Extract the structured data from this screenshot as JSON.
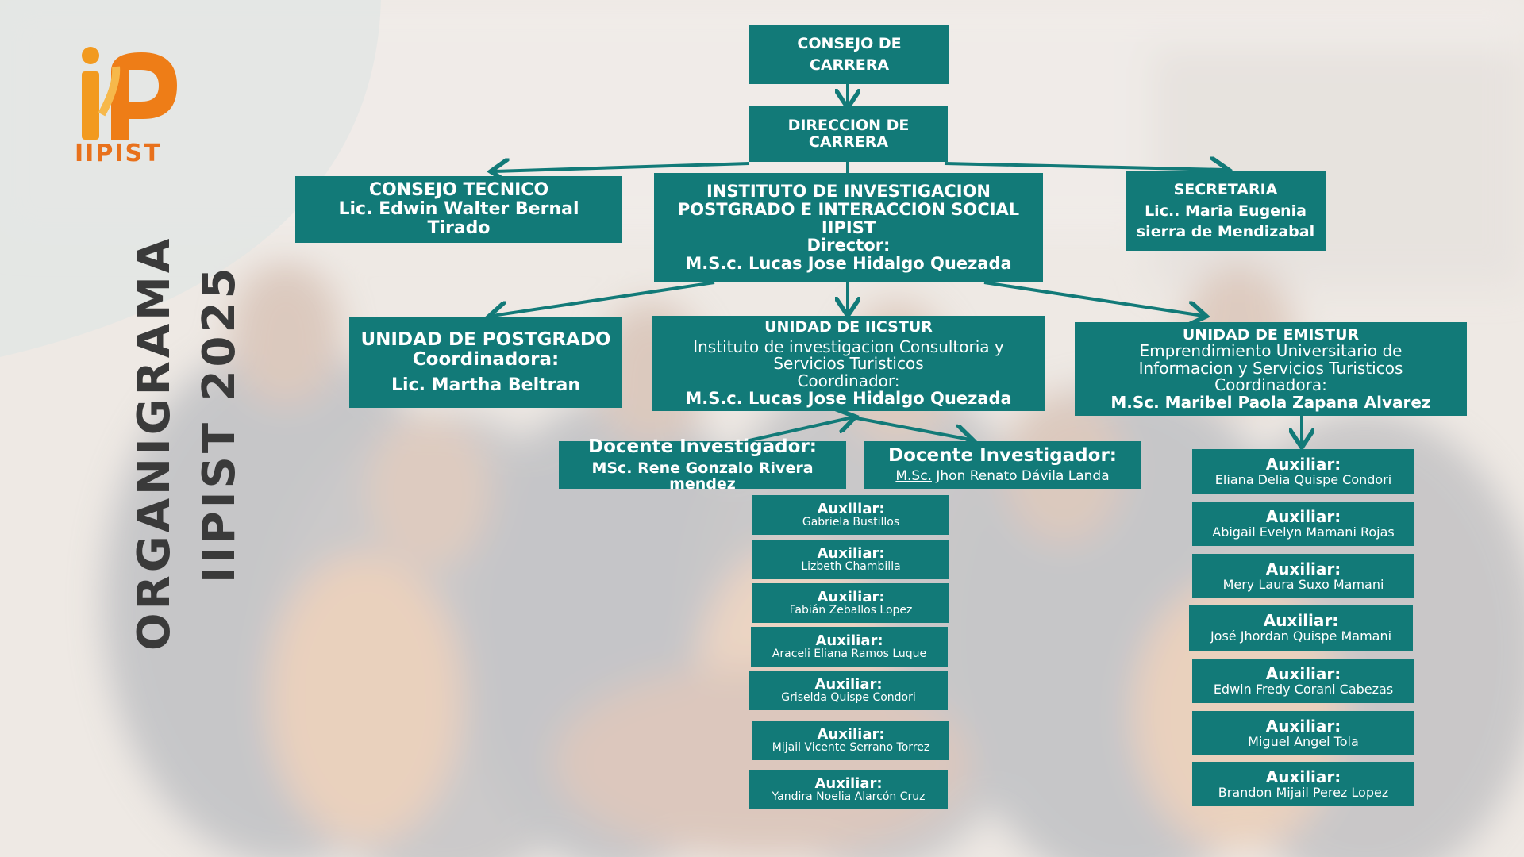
{
  "title": {
    "line1": "ORGANIGRAMA",
    "line2": "IIPIST 2025"
  },
  "logo": {
    "text": "IIPIST",
    "color": "#e8711c"
  },
  "colors": {
    "box": "#127a78",
    "text": "#ffffff",
    "title": "#3a3a3a"
  },
  "consejo_carrera": {
    "line1": "CONSEJO DE",
    "line2": "CARRERA"
  },
  "direccion_carrera": {
    "line1": "DIRECCION DE",
    "line2": "CARRERA"
  },
  "consejo_tecnico": {
    "line1": "CONSEJO TECNICO",
    "line2": "Lic. Edwin Walter Bernal",
    "line3": "Tirado"
  },
  "instituto": {
    "line1": "INSTITUTO DE INVESTIGACION",
    "line2": "POSTGRADO E INTERACCION SOCIAL",
    "line3": "IIPIST",
    "line4": "Director:",
    "line5": "M.S.c. Lucas Jose Hidalgo Quezada"
  },
  "secretaria": {
    "line1": "SECRETARIA",
    "line2": "Lic.. Maria Eugenia",
    "line3": "sierra  de Mendizabal"
  },
  "postgrado": {
    "line1": "UNIDAD DE POSTGRADO",
    "line2": "Coordinadora:",
    "line3": "Lic. Martha Beltran"
  },
  "iicstur": {
    "line1": "UNIDAD DE IICSTUR",
    "line2": "Instituto de investigacion Consultoria  y",
    "line3": "Servicios Turisticos",
    "line4": "Coordinador:",
    "line5": "M.S.c. Lucas Jose Hidalgo Quezada"
  },
  "emistur": {
    "line1": "UNIDAD DE EMISTUR",
    "line2": "Emprendimiento Universitario de",
    "line3": "Informacion y Servicios Turisticos",
    "line4": "Coordinadora:",
    "line5": "M.Sc. Maribel Paola Zapana Alvarez"
  },
  "docente1": {
    "line1": "Docente Investigador:",
    "line2": "MSc. Rene  Gonzalo Rivera  mendez"
  },
  "docente2": {
    "line1": "Docente Investigador:",
    "line2_prefix": "M.Sc.",
    "line2_name": " Jhon Renato Dávila Landa"
  },
  "aux_label": "Auxiliar:",
  "aux_center": [
    "Gabriela  Bustillos",
    "Lizbeth Chambilla",
    "Fabián Zeballos Lopez",
    "Araceli Eliana Ramos Luque",
    "Griselda Quispe Condori",
    "Mijail Vicente Serrano Torrez",
    "Yandira Noelia Alarcón Cruz"
  ],
  "aux_right": [
    "Eliana Delia Quispe Condori",
    "Abigail Evelyn Mamani Rojas",
    "Mery Laura Suxo Mamani",
    "José Jhordan Quispe Mamani",
    "Edwin Fredy Corani Cabezas",
    "Miguel Angel Tola",
    "Brandon Mijail Perez Lopez"
  ]
}
